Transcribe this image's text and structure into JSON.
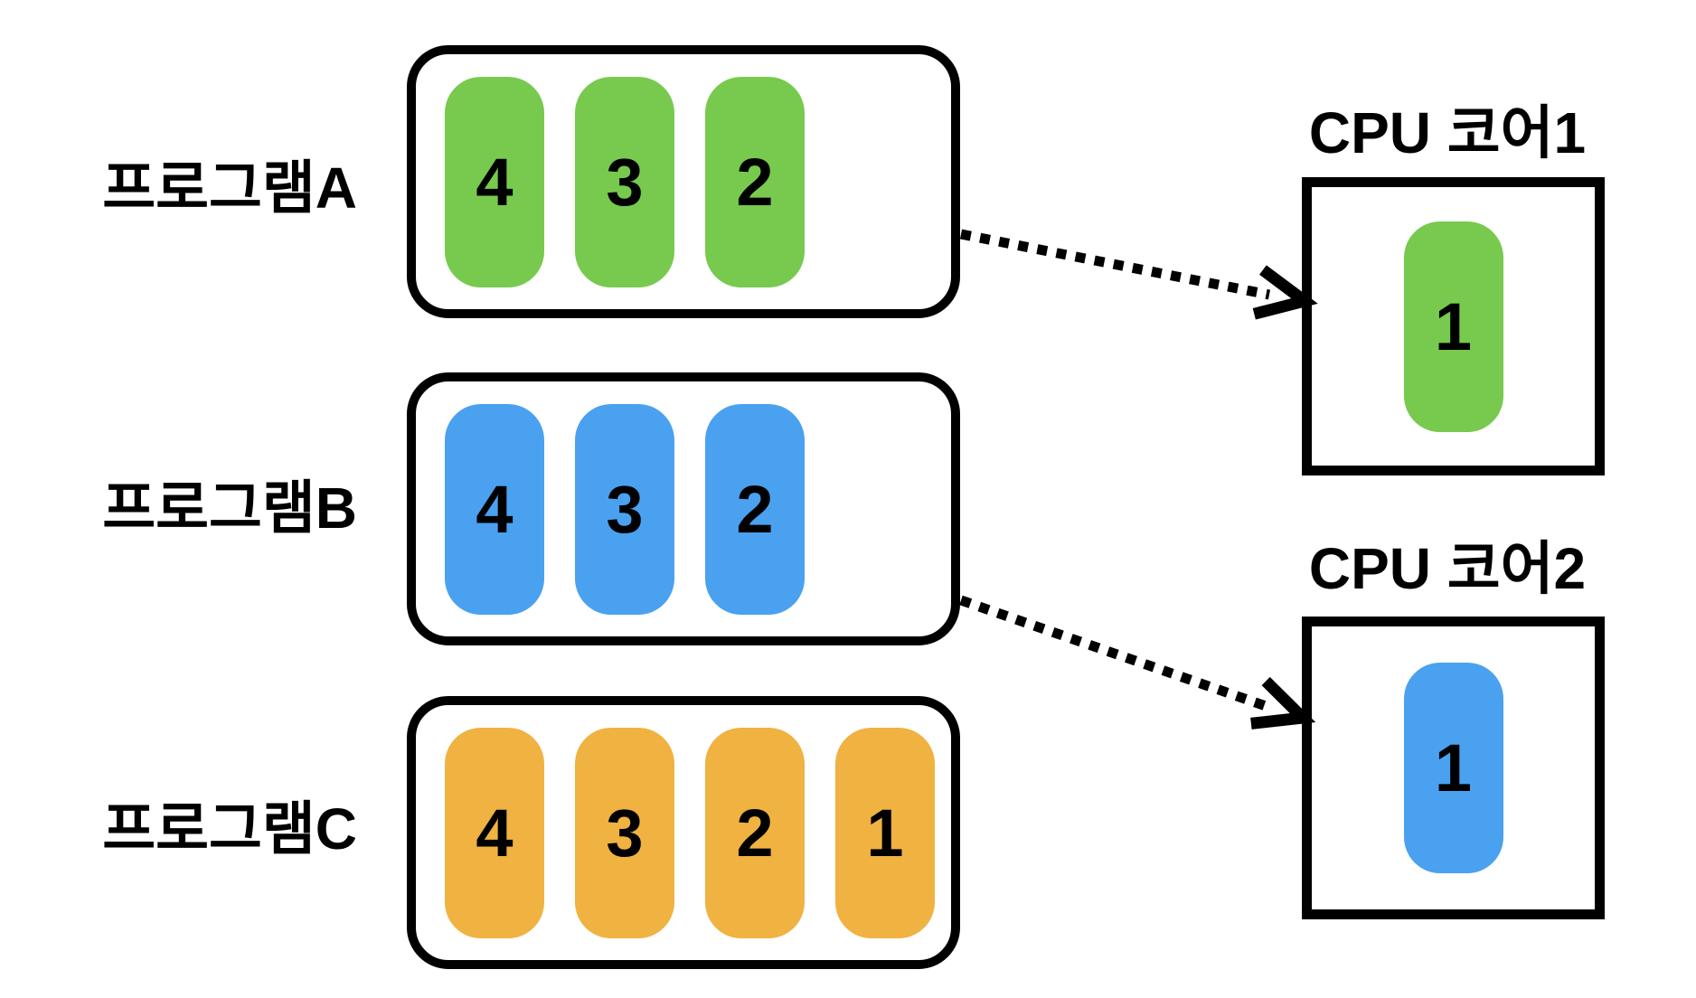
{
  "programs": [
    {
      "label": "프로그램A",
      "color": "#77CA4D",
      "queue": [
        "4",
        "3",
        "2"
      ]
    },
    {
      "label": "프로그램B",
      "color": "#4AA1F0",
      "queue": [
        "4",
        "3",
        "2"
      ]
    },
    {
      "label": "프로그램C",
      "color": "#F0B240",
      "queue": [
        "4",
        "3",
        "2",
        "1"
      ]
    }
  ],
  "cores": [
    {
      "label": "CPU 코어1",
      "running": "1",
      "color": "#77CA4D"
    },
    {
      "label": "CPU 코어2",
      "running": "1",
      "color": "#4AA1F0"
    }
  ],
  "colors": {
    "task_green": "#77CA4D",
    "task_blue": "#4AA1F0",
    "task_orange": "#F0B240",
    "stroke": "#000000",
    "background": "#FFFFFF"
  }
}
